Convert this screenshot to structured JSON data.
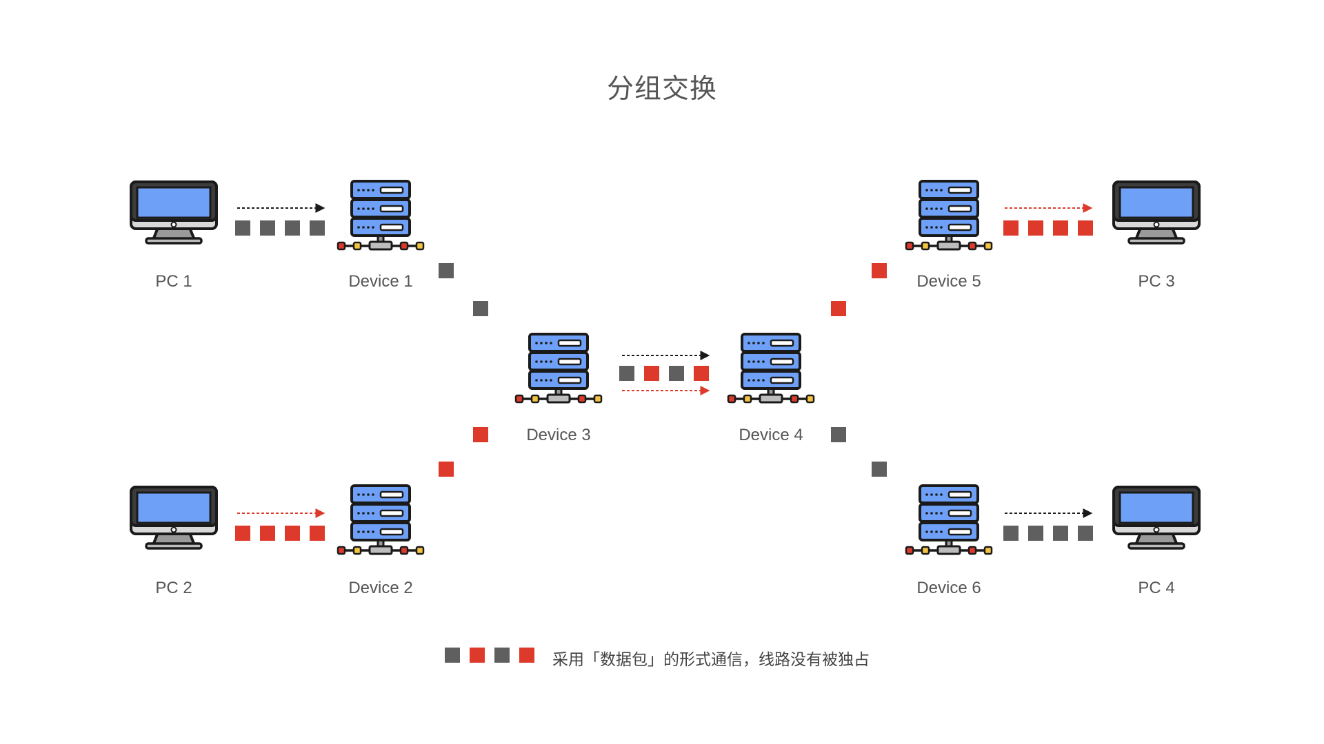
{
  "title": "分组交换",
  "colors": {
    "gray": "#5f5f5f",
    "red": "#de3a2c",
    "monitor_screen": "#6ea0f7",
    "server_blue": "#6ea0f7"
  },
  "nodes": {
    "pc1": "PC 1",
    "pc2": "PC 2",
    "pc3": "PC 3",
    "pc4": "PC 4",
    "device1": "Device 1",
    "device2": "Device 2",
    "device3": "Device 3",
    "device4": "Device 4",
    "device5": "Device 5",
    "device6": "Device 6"
  },
  "legend": {
    "packets": [
      "gray",
      "red",
      "gray",
      "red"
    ],
    "text": "采用「数据包」的形式通信，线路没有被独占"
  }
}
